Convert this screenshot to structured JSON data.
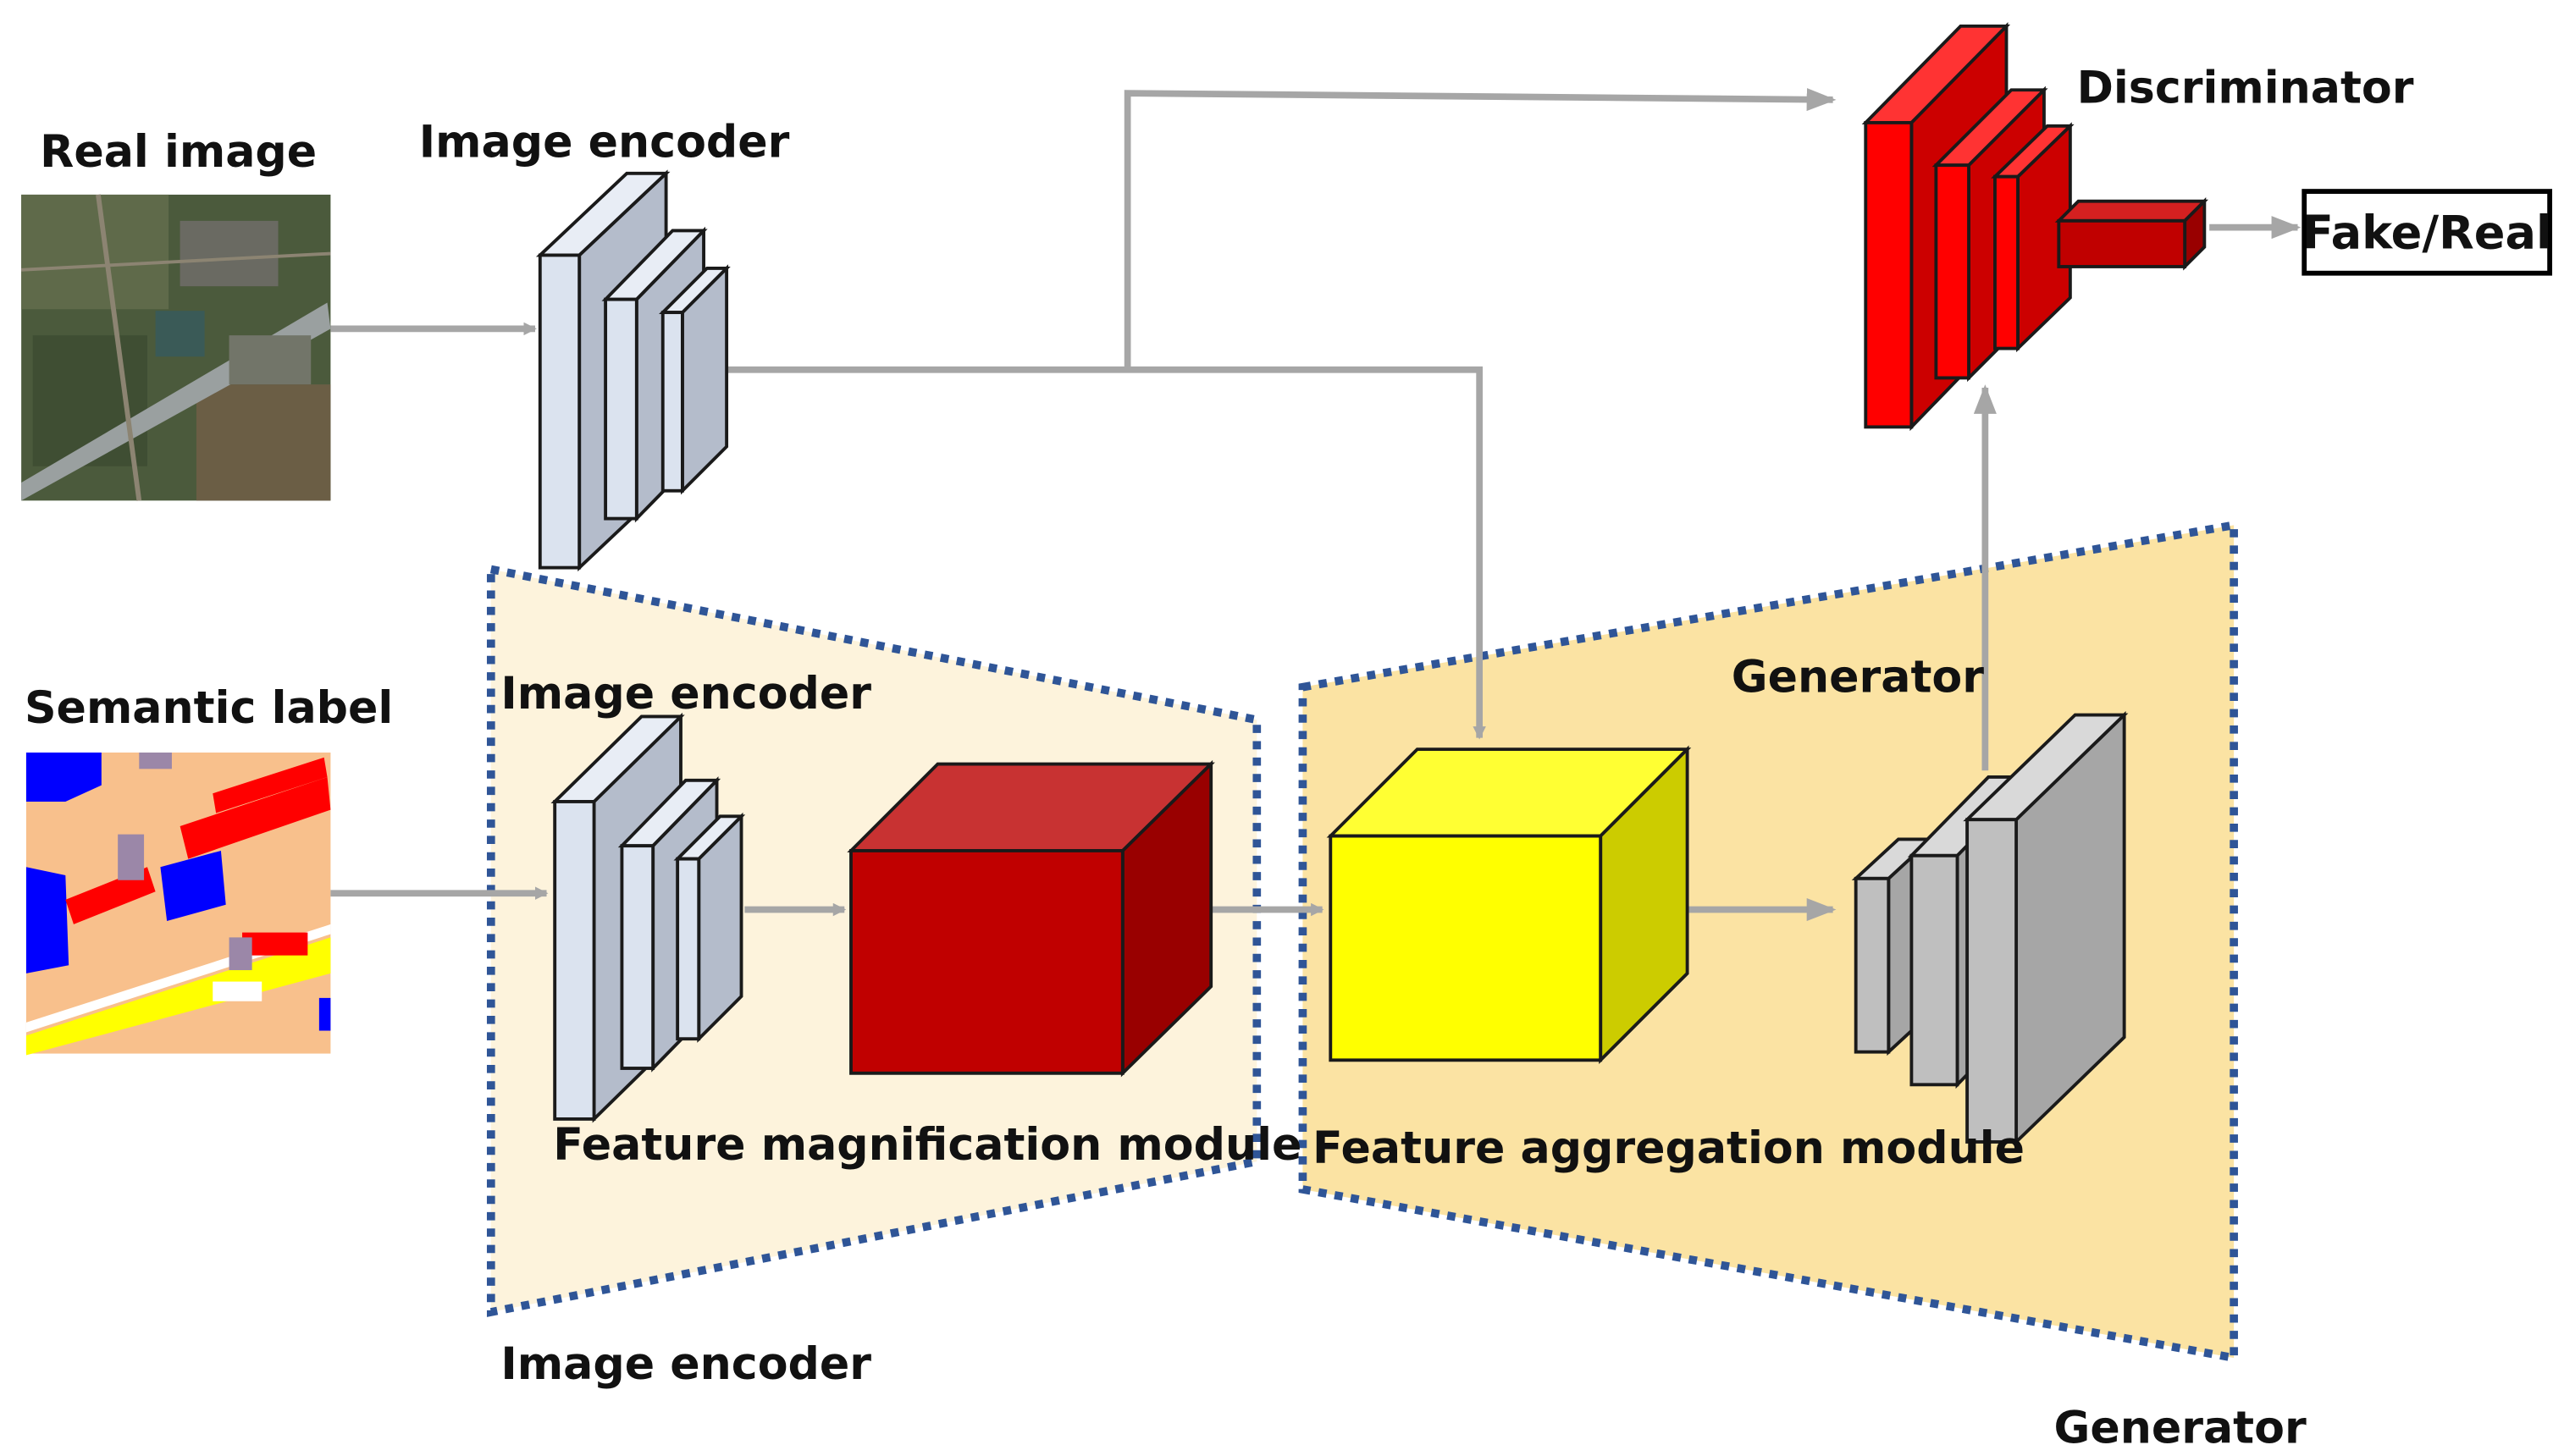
{
  "labels": {
    "real_image": "Real image",
    "semantic_label": "Semantic label",
    "image_encoder_top": "Image encoder",
    "image_encoder_inner": "Image encoder",
    "image_encoder_bottom": "Image encoder",
    "generator_inner": "Generator",
    "generator_bottom": "Generator",
    "discriminator": "Discriminator",
    "fake_real": "Fake/Real",
    "feature_magnification": "Feature magnification module",
    "feature_aggregation": "Feature aggregation module"
  },
  "colors": {
    "arrow": "#a6a6a6",
    "encoder_front": "#dbe3ef",
    "encoder_side": "#b4bccb",
    "magnification_region": "#fdf3dc",
    "aggregation_region": "#fbe3a3",
    "region_border": "#2f5597",
    "magnification_cube": "#c00000",
    "aggregation_cube": "#ffff00",
    "generator_blocks": "#bfbfbf",
    "discriminator": "#ff0000"
  },
  "icons": {
    "real_image": "satellite-photo",
    "semantic_label": "semantic-map"
  }
}
